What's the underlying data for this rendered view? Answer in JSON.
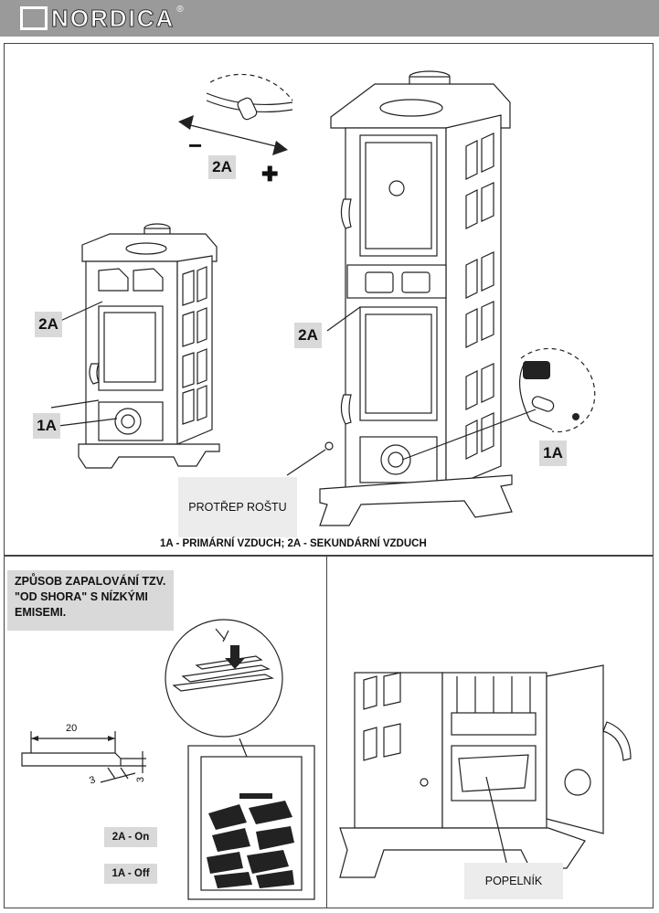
{
  "header": {
    "brand": "NORDICA",
    "registered": "®"
  },
  "top_panel": {
    "label_2a_top": "2A",
    "minus": "−",
    "plus": "✚",
    "label_2a_left": "2A",
    "label_1a_left": "1A",
    "label_2a_right": "2A",
    "label_1a_right": "1A",
    "grate_shaker": "PROTŘEP ROŠTU",
    "caption": "1A - PRIMÁRNÍ VZDUCH;  2A - SEKUNDÁRNÍ VZDUCH"
  },
  "bottom_left": {
    "method_title": "ZPŮSOB ZAPALOVÁNÍ TZV. \"OD SHORA\" S NÍZKÝMI EMISEMI.",
    "dim_length": "20",
    "dim_width": "3",
    "dim_height": "3",
    "setting_2a": "2A - On",
    "setting_1a": "1A - Off"
  },
  "bottom_right": {
    "ash_pan": "POPELNÍK"
  }
}
